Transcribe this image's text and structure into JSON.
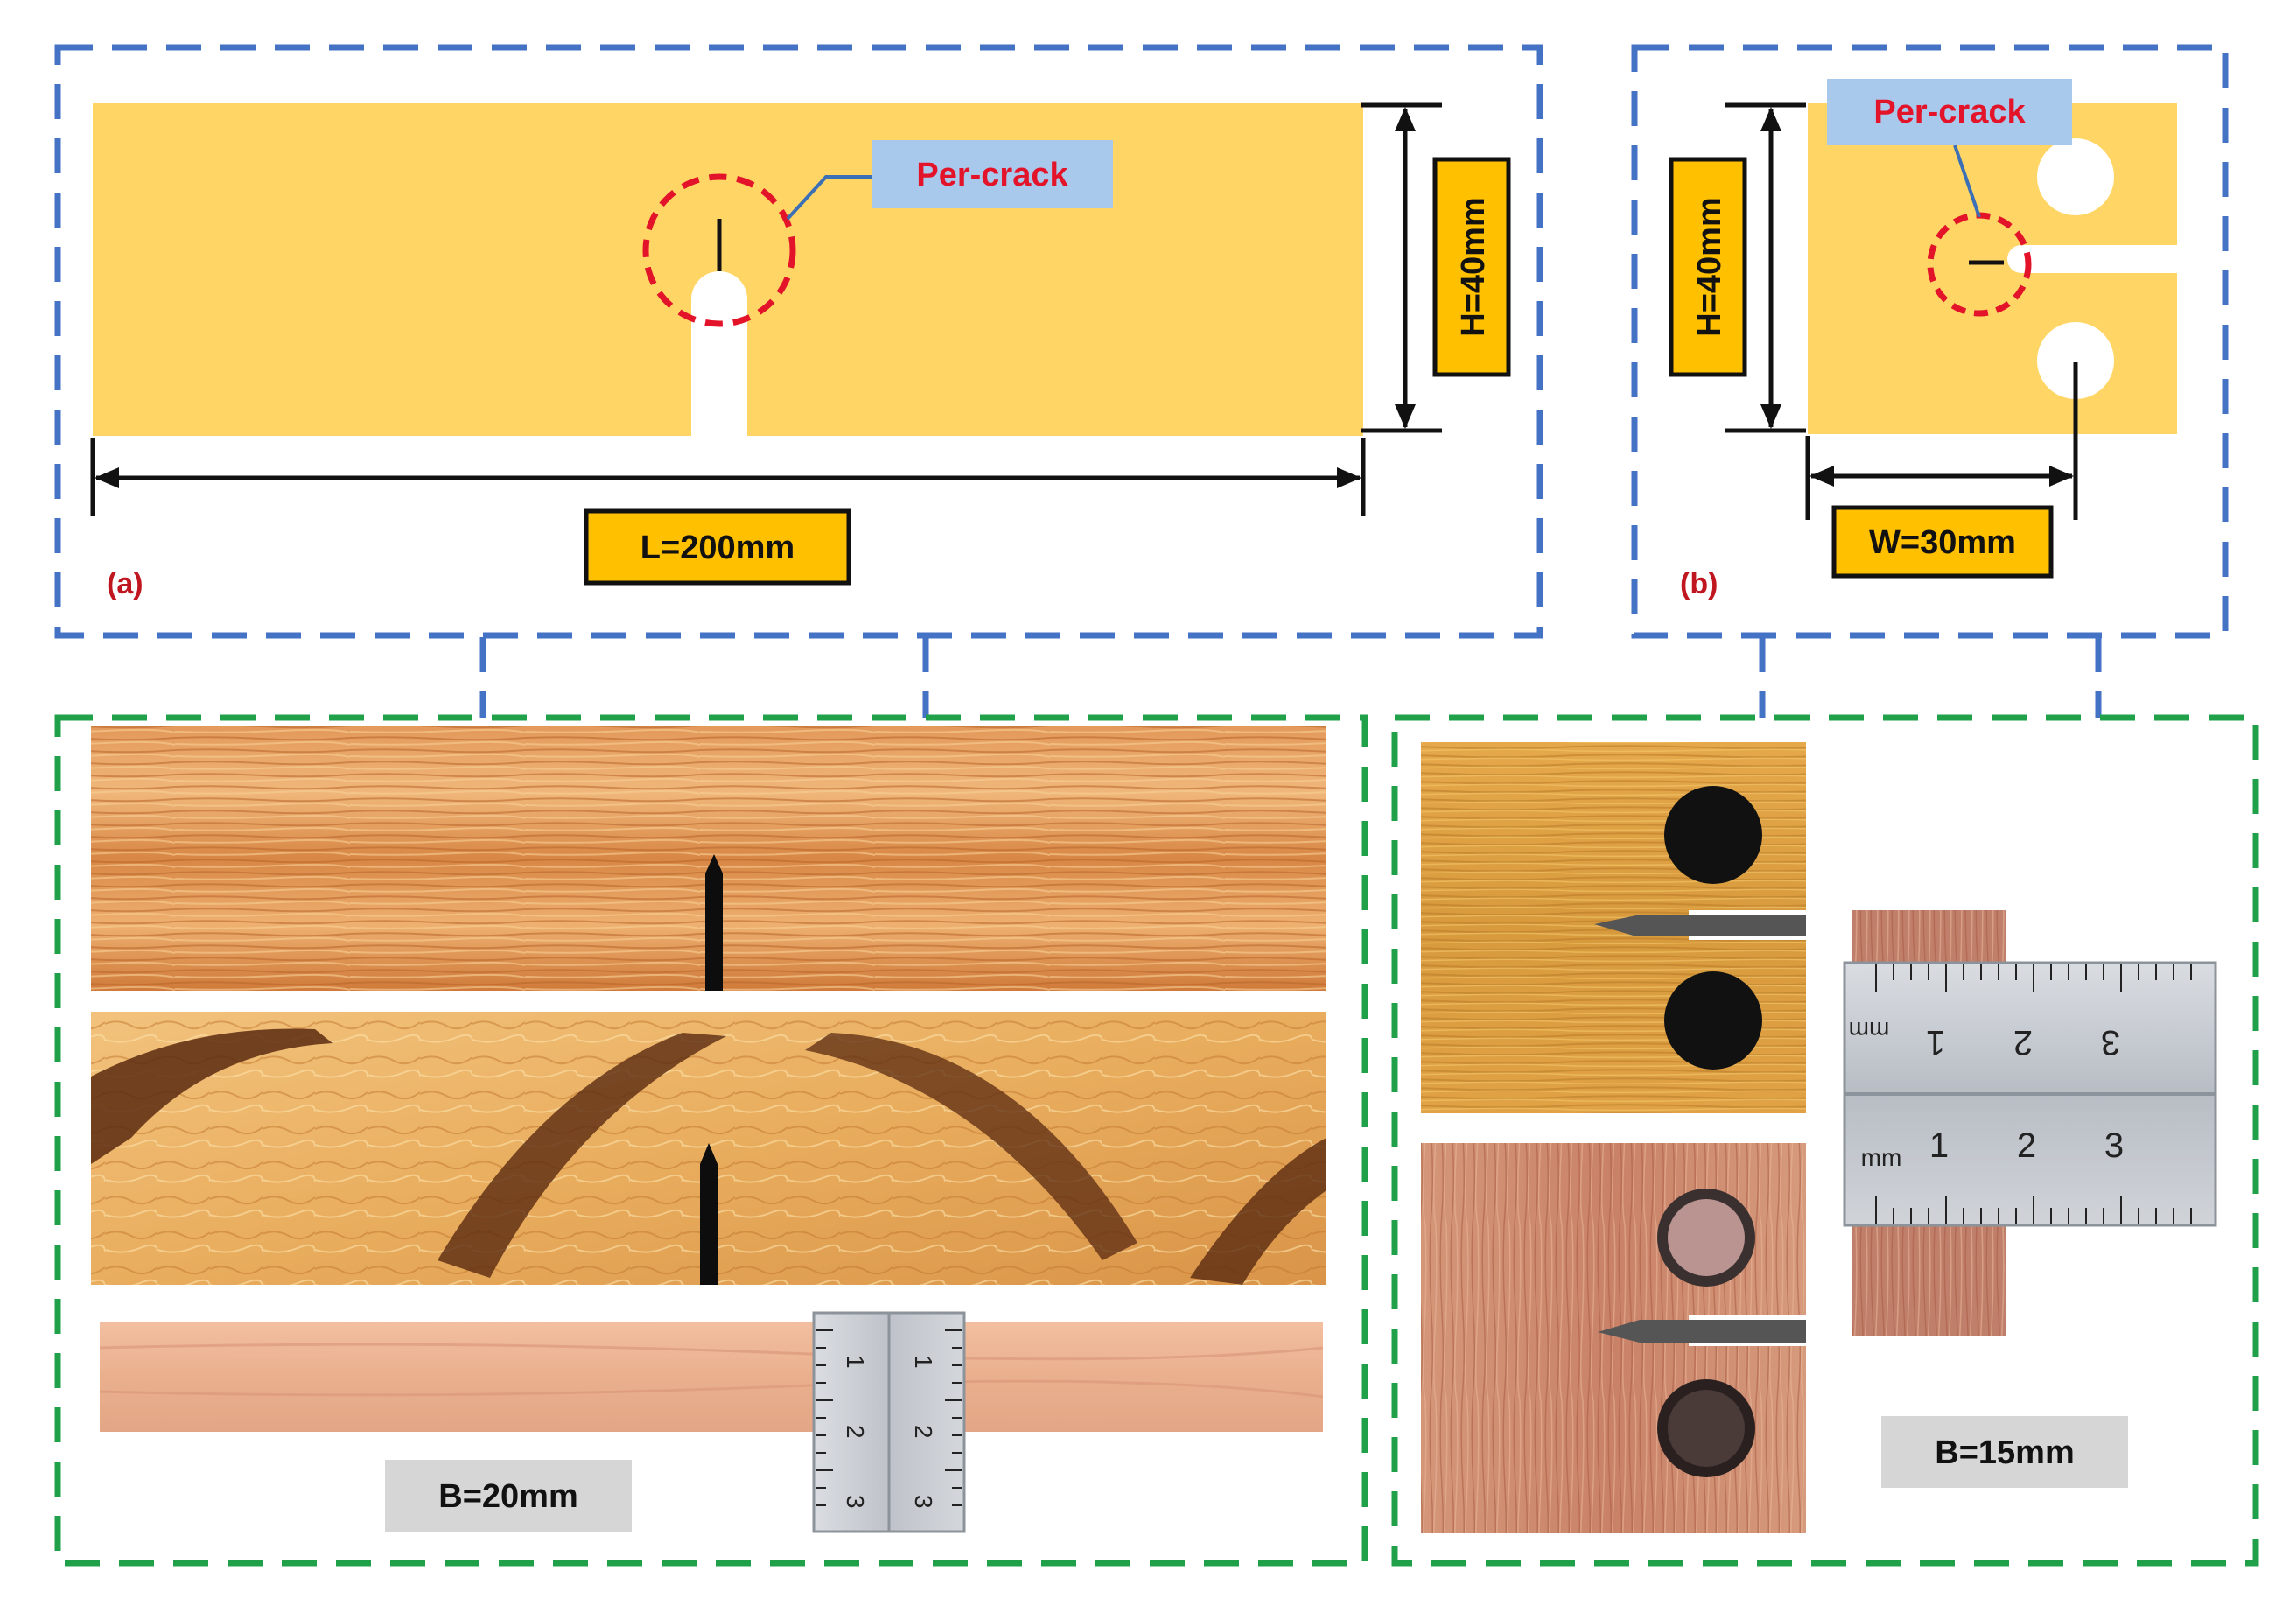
{
  "panel_a": {
    "letter": "(a)",
    "callout": "Per-crack",
    "height_label": "H=40mm",
    "length_label": "L=200mm",
    "thickness_label": "B=20mm"
  },
  "panel_b": {
    "letter": "(b)",
    "callout": "Per-crack",
    "height_label": "H=40mm",
    "width_label": "W=30mm",
    "thickness_label": "B=15mm"
  },
  "ruler_small": {
    "unit": "mm",
    "ticks": [
      "1",
      "2",
      "3"
    ]
  },
  "ruler_large": {
    "unit": "mm",
    "ticks": [
      "1",
      "2",
      "3"
    ]
  },
  "colors": {
    "specimen_fill": "#ffd666",
    "label_box": "#ffc000",
    "callout_box": "#a9c9ec",
    "callout_text": "#e3142a",
    "crack_circle": "#e3142a",
    "top_frame": "#4472c4",
    "bottom_frame": "#21a04a",
    "thickness_box": "#d6d6d6",
    "wood_light": "#e8a862",
    "wood_dark": "#b55a22"
  }
}
